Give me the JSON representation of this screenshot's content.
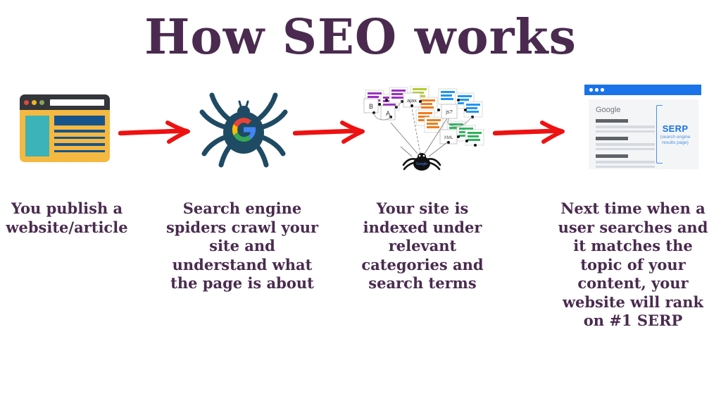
{
  "title": "How SEO works",
  "accent_colors": {
    "title_purple": "#4a2b4f",
    "arrow_red": "#ee1111",
    "browser_orange": "#f5b942",
    "browser_teal": "#3bb3b8",
    "browser_blue": "#17548b",
    "spider_navy": "#1f4a63",
    "serp_blue": "#1a73e8"
  },
  "steps": [
    {
      "id": "publish",
      "icon": "browser-window-icon",
      "caption": "You publish a\nwebsite/article"
    },
    {
      "id": "crawl",
      "icon": "google-spider-icon",
      "caption": "Search engine\nspiders crawl your\nsite and\nunderstand what\nthe page is about"
    },
    {
      "id": "index",
      "icon": "crawl-index-diagram-icon",
      "caption": "Your site is\nindexed under\nrelevant\ncategories and\nsearch terms"
    },
    {
      "id": "rank",
      "icon": "serp-browser-icon",
      "caption": "Next time when a\nuser searches and\nit matches the\ntopic of your\ncontent, your\nwebsite will rank\non #1 SERP"
    }
  ],
  "arrows": [
    {
      "id": "arrow-publish-to-crawl",
      "direction": "right"
    },
    {
      "id": "arrow-crawl-to-index",
      "direction": "right"
    },
    {
      "id": "arrow-index-to-rank",
      "direction": "right"
    }
  ],
  "index_diagram": {
    "node_labels": [
      "B",
      "A",
      "ajax",
      "js?",
      "XML"
    ],
    "spider_label": "Google",
    "group_colors": [
      "#9b30c4",
      "#f07c1e",
      "#2196f3",
      "#2fb45c",
      "#b5cc2a"
    ]
  },
  "serp_panel": {
    "brand": "Google",
    "label": "SERP",
    "sublabel": "(search engine\nresults page)",
    "result_count": 3
  }
}
